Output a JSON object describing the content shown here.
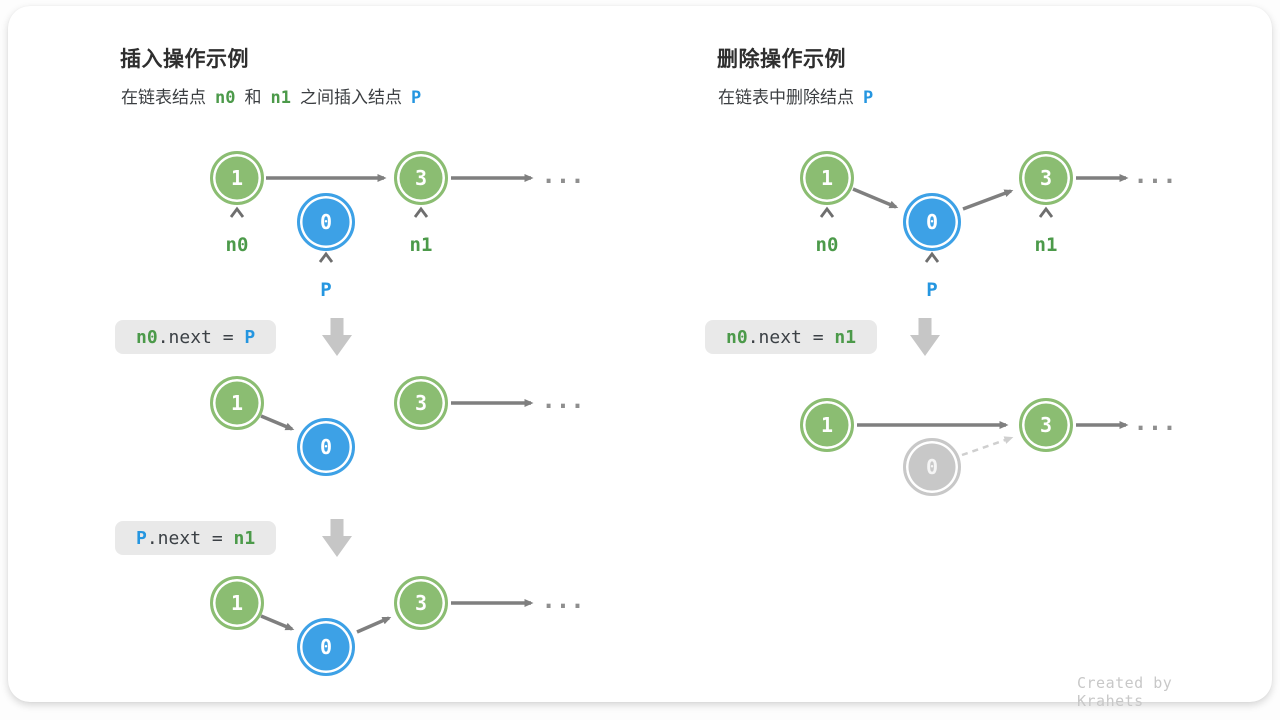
{
  "left": {
    "title": "插入操作示例",
    "subtitle": {
      "pre": "在链表结点",
      "n0": "n0",
      "mid": "和",
      "n1": "n1",
      "post": "之间插入结点",
      "p": "P"
    },
    "code1": {
      "head": "n0",
      "mid": ".next = ",
      "tail": "P"
    },
    "code2": {
      "head": "P",
      "mid": ".next = ",
      "tail": "n1"
    }
  },
  "right": {
    "title": "删除操作示例",
    "subtitle": {
      "pre": "在链表中删除结点",
      "p": "P"
    },
    "code1": {
      "head": "n0",
      "mid": ".next = ",
      "tail": "n1"
    }
  },
  "values": {
    "one": "1",
    "zero": "0",
    "three": "3"
  },
  "labels": {
    "n0": "n0",
    "n1": "n1",
    "p": "P"
  },
  "glyphs": {
    "ellipsis": "..."
  },
  "credit": "Created by Krahets",
  "colors": {
    "green": "#8bbd72",
    "blue": "#3da1e6",
    "gray": "#c8c8c8",
    "labelGreen": "#4c9a4a",
    "labelBlue": "#2596e0",
    "arrow": "#7f7f7f",
    "dashedArrow": "#cfcfcf",
    "blockArrow": "#c6c6c6",
    "codeBg": "#e9e9e9"
  }
}
